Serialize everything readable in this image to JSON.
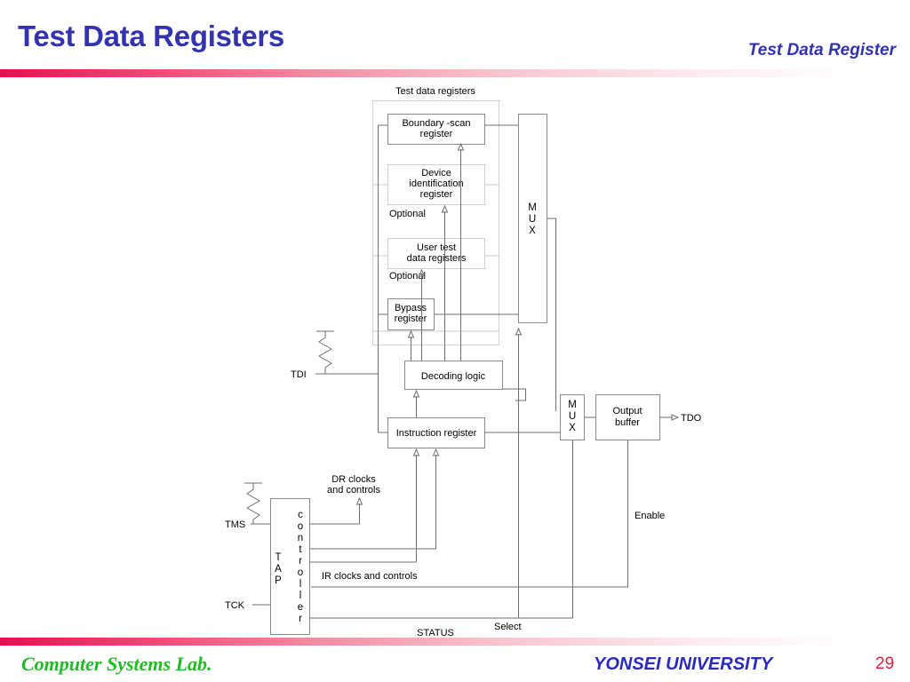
{
  "header": {
    "title": "Test Data Registers",
    "subtitle": "Test Data Register"
  },
  "footer": {
    "lab": "Computer Systems Lab.",
    "university": "YONSEI UNIVERSITY",
    "slide_number": "29"
  },
  "colors": {
    "title_blue": "#3333b0",
    "rule_pink": "#e8104f",
    "lab_green": "#1fbb22",
    "university_blue": "#2a2ac0",
    "page_red": "#e02040",
    "block_stroke": "#8a8a8a",
    "wire": "#6e6e6e"
  },
  "diagram": {
    "group_label": "Test data registers",
    "blocks": {
      "boundary_scan": {
        "line1": "Boundary -scan",
        "line2": "register"
      },
      "device_id": {
        "line1": "Device",
        "line2": "identification",
        "line3": "register"
      },
      "user_test": {
        "line1": "User test",
        "line2": "data registers"
      },
      "bypass": {
        "line1": "Bypass",
        "line2": "register"
      },
      "decoding_logic": {
        "line1": "Decoding logic"
      },
      "instruction_register": {
        "line1": "Instruction register"
      },
      "output_buffer": {
        "line1": "Output",
        "line2": "buffer"
      },
      "mux_big": {
        "chars": [
          "M",
          "U",
          "X"
        ]
      },
      "mux_small": {
        "chars": [
          "M",
          "U",
          "X"
        ]
      },
      "tap_controller": {
        "tap_chars": [
          "T",
          "A",
          "P"
        ],
        "controller_chars": [
          "c",
          "o",
          "n",
          "t",
          "r",
          "o",
          "l",
          "l",
          "e",
          "r"
        ]
      }
    },
    "annotations": {
      "optional_1": "Optional",
      "optional_2": "Optional",
      "tdi": "TDI",
      "tdo": "TDO",
      "tms": "TMS",
      "tck": "TCK",
      "dr_clocks_line1": "DR clocks",
      "dr_clocks_line2": "and controls",
      "ir_clocks": "IR clocks and controls",
      "status": "STATUS",
      "select": "Select",
      "enable": "Enable"
    }
  }
}
